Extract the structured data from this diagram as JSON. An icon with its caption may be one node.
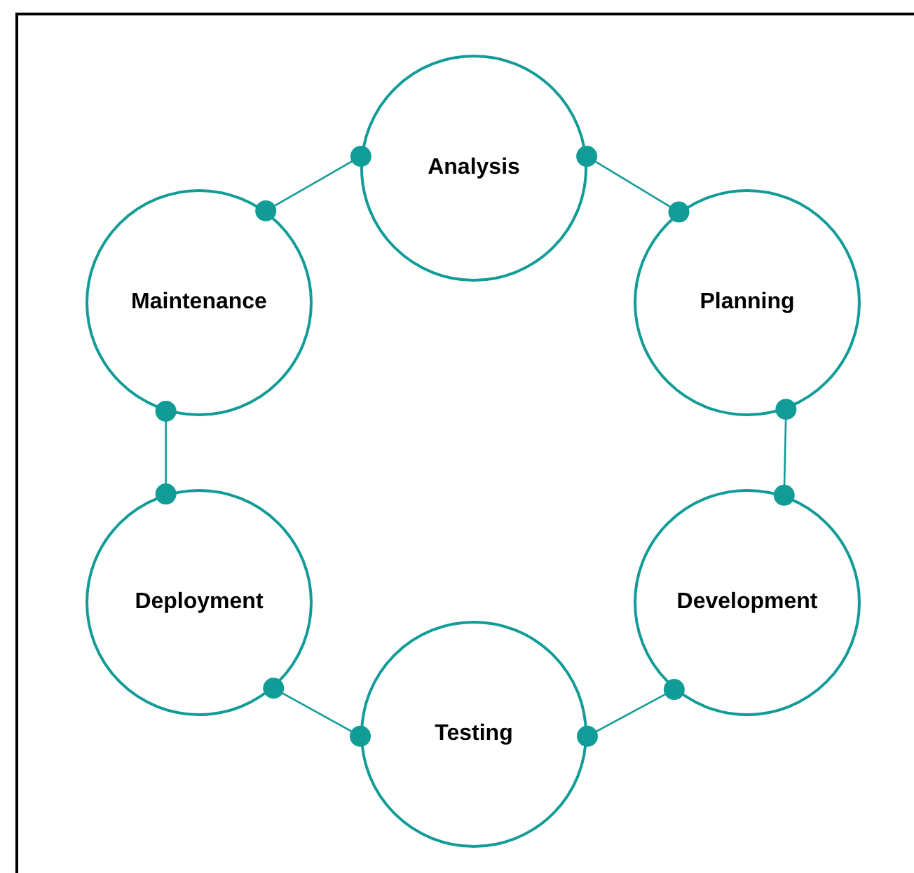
{
  "diagram": {
    "nodes": [
      {
        "text": [
          "Analysis"
        ]
      },
      {
        "text": [
          "Planning"
        ]
      },
      {
        "text": [
          "Development"
        ]
      },
      {
        "text": [
          "Testing"
        ]
      },
      {
        "text": [
          "Deployment"
        ]
      },
      {
        "text": [
          "Maintenance"
        ]
      }
    ],
    "edges": [
      {
        "from": 0,
        "to": 1,
        "arrow": "other"
      },
      {
        "from": 1,
        "to": 2,
        "arrow": "other"
      },
      {
        "from": 2,
        "to": 3,
        "arrow": "other"
      },
      {
        "from": 3,
        "to": 4,
        "arrow": "other"
      },
      {
        "from": 4,
        "to": 5,
        "arrow": "other"
      },
      {
        "from": 5,
        "to": 0,
        "arrow": "other"
      }
    ]
  }
}
